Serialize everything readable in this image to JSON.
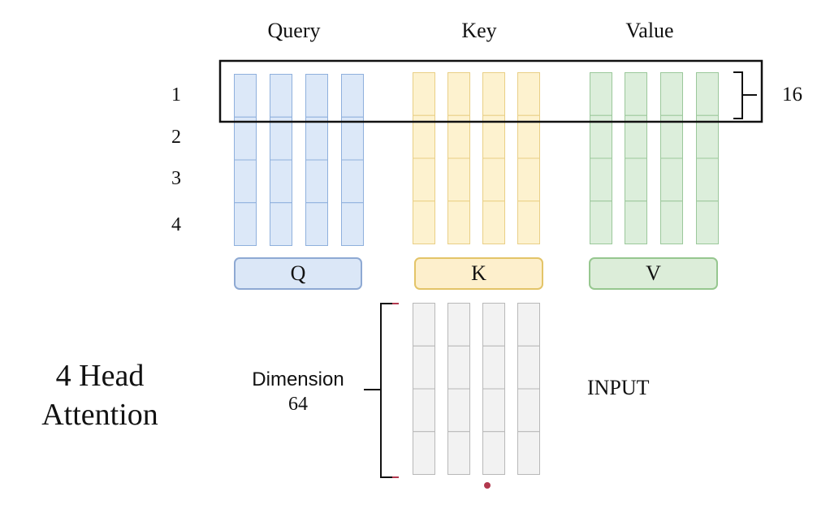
{
  "headers": {
    "query": "Query",
    "key": "Key",
    "value": "Value"
  },
  "row_labels": [
    "1",
    "2",
    "3",
    "4"
  ],
  "highlight_label": "16",
  "matrices": {
    "q": {
      "label": "Q",
      "fill": "#dce8f8",
      "stroke": "#8fb0dd",
      "box_fill": "#dbe7f7",
      "box_stroke": "#8ea9d3"
    },
    "k": {
      "label": "K",
      "fill": "#fdf2cf",
      "stroke": "#e9cf86",
      "box_fill": "#fdefcc",
      "box_stroke": "#e3c468"
    },
    "v": {
      "label": "V",
      "fill": "#dceedb",
      "stroke": "#9bc89b",
      "box_fill": "#dcedd9",
      "box_stroke": "#96c78f"
    }
  },
  "input": {
    "label": "INPUT",
    "fill": "#f2f2f2",
    "stroke": "#b8b8b8",
    "dimension_label": "Dimension",
    "dimension_value": "64"
  },
  "title": {
    "line1": "4 Head",
    "line2": "Attention"
  },
  "colors": {
    "bracket_accent": "#b2384e",
    "outline": "#111111"
  }
}
